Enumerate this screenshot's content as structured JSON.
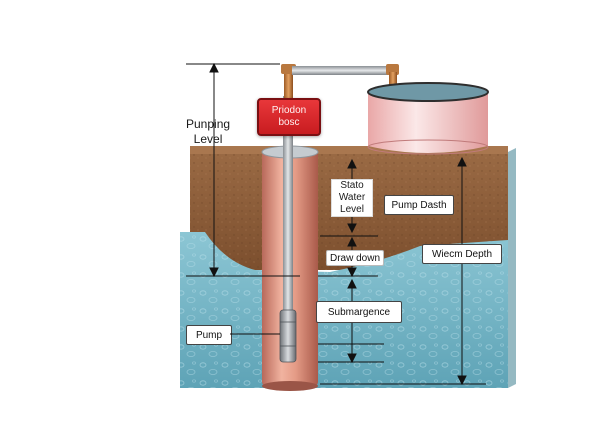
{
  "labels": {
    "pumping_level_line1": "Punping",
    "pumping_level_line2": "Level",
    "pressure_box_line1": "Priodon",
    "pressure_box_line2": "bosc",
    "static_line1": "Stato",
    "static_line2": "Water",
    "static_line3": "Level",
    "pump_depth": "Pump Dasth",
    "draw_down": "Draw down",
    "well_depth": "Wiecm Depth",
    "submergence": "Submargence",
    "pump": "Pump"
  },
  "colors": {
    "soil": "#8b5a36",
    "water": "#6fb2c4",
    "casing": "#d98d78",
    "pressure_box": "#d8262a",
    "tank": "#f4c9c9"
  },
  "icons": {
    "pump": "submersible-pump-icon",
    "tank": "storage-tank-icon"
  }
}
